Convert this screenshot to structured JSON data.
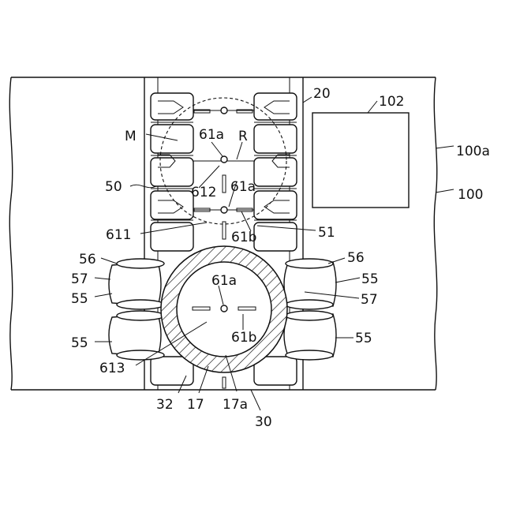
{
  "labels": {
    "l20": "20",
    "l102": "102",
    "lM": "M",
    "l61a_top": "61a",
    "lR": "R",
    "l100a": "100a",
    "l50": "50",
    "l612": "612",
    "l61a_mid": "61a",
    "l100": "100",
    "l611": "611",
    "l61b_mid": "61b",
    "l51": "51",
    "l56_left": "56",
    "l56_right": "56",
    "l57_left": "57",
    "l55_right_upper": "55",
    "l61a_low": "61a",
    "l55_left_upper": "55",
    "l57_right": "57",
    "l55_left_lower": "55",
    "l55_right_lower": "55",
    "l61b_low": "61b",
    "l613": "613",
    "l32": "32",
    "l17": "17",
    "l17a": "17a",
    "l30": "30"
  }
}
